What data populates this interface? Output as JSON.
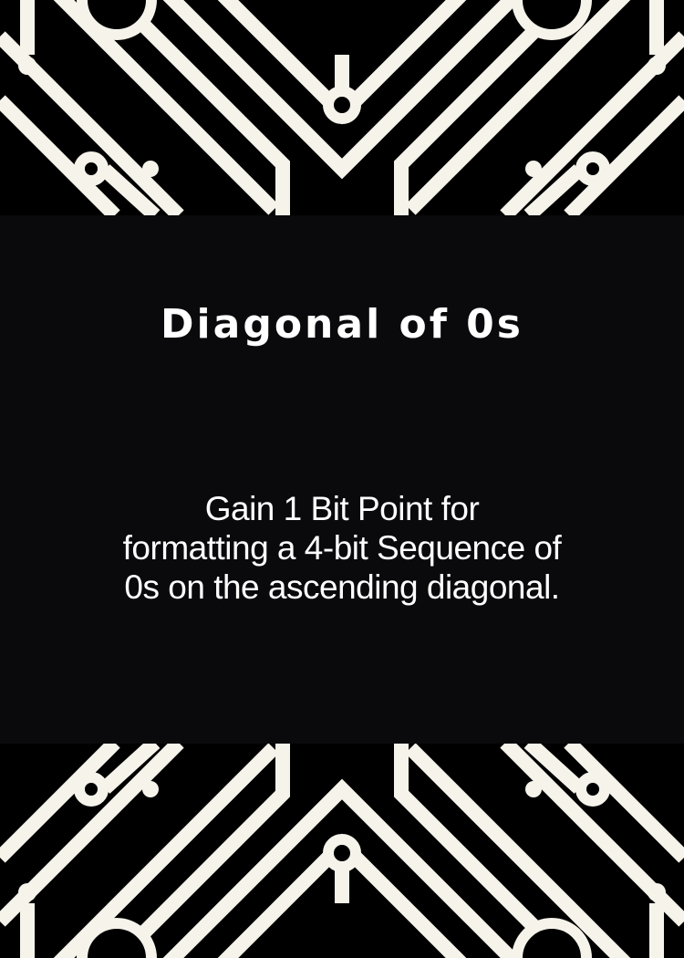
{
  "card": {
    "title": "Diagonal of 0s",
    "description_lines": [
      "Gain 1 Bit Point for",
      "formatting a 4-bit Sequence of",
      "0s on the ascending diagonal."
    ]
  },
  "decoration": {
    "top_pattern_icon": "circuit-board-pattern",
    "bottom_pattern_icon": "circuit-board-pattern"
  },
  "colors": {
    "background": "#0a0a0c",
    "pattern_line": "#f5f3ea",
    "text": "#ffffff"
  }
}
